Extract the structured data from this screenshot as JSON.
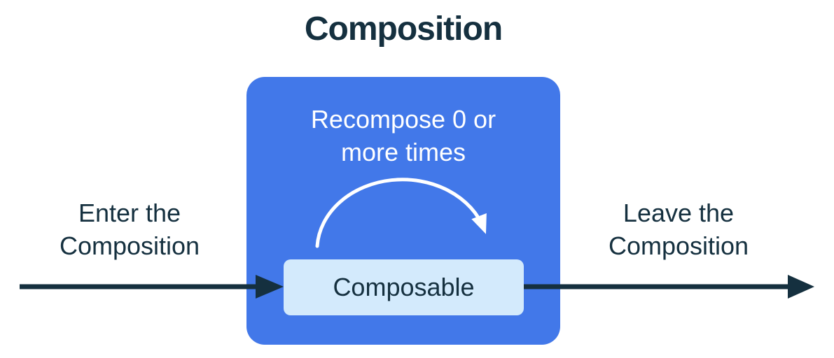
{
  "colors": {
    "page_bg": "#ffffff",
    "box_blue": "#4278e9",
    "composable_bg": "#d3eafc",
    "dark_navy": "#15303f",
    "arc_white": "#ffffff"
  },
  "diagram": {
    "title": "Composition",
    "recompose_label": "Recompose 0 or\nmore times",
    "composable_label": "Composable",
    "enter_label": "Enter the\nComposition",
    "leave_label": "Leave the\nComposition"
  }
}
